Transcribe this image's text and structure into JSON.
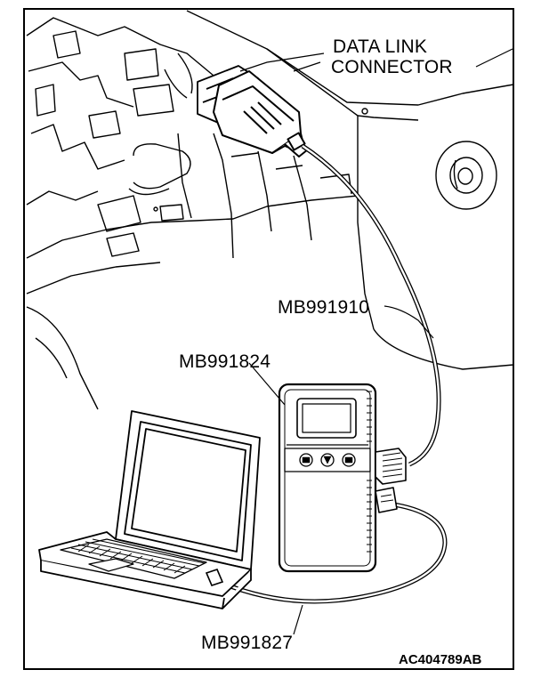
{
  "labels": {
    "data_link_connector_line1": "DATA LINK",
    "data_link_connector_line2": "CONNECTOR",
    "cable_mb991910": "MB991910",
    "interface_mb991824": "MB991824",
    "cable_mb991827": "MB991827",
    "figure_id": "AC404789AB"
  },
  "colors": {
    "ink": "#000000",
    "paper": "#ffffff"
  }
}
